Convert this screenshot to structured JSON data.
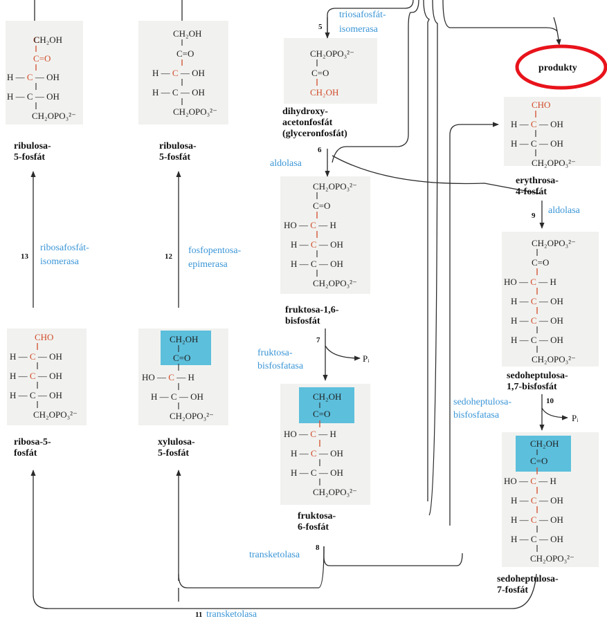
{
  "products_label": "produkty",
  "molecules": {
    "ribulose_a": {
      "name": [
        "ribulosa-",
        "5-fosfát"
      ]
    },
    "ribulose_b": {
      "name": [
        "ribulosa-",
        "5-fosfát"
      ]
    },
    "dhap": {
      "name": [
        "dihydroxy-",
        "acetonfosfát",
        "(glyceronfosfát)"
      ]
    },
    "erythrose": {
      "name": [
        "erythrosa-",
        "4-fosfát"
      ]
    },
    "fbp": {
      "name": [
        "fruktosa-1,6-",
        "bisfosfát"
      ]
    },
    "ribose": {
      "name": [
        "ribosa-5-",
        "fosfát"
      ]
    },
    "xylulose": {
      "name": [
        "xylulosa-",
        "5-fosfát"
      ]
    },
    "f6p": {
      "name": [
        "fruktosa-",
        "6-fosfát"
      ]
    },
    "sbp": {
      "name": [
        "sedoheptulosa-",
        "1,7-bisfosfát"
      ]
    },
    "s7p": {
      "name": [
        "sedoheptulosa-",
        "7-fosfát"
      ]
    }
  },
  "chem": {
    "ch2oh": "CH₂OH",
    "co": "C=O",
    "h": "H",
    "c": "C",
    "oh": "OH",
    "ho": "HO",
    "cho": "CHO",
    "ch2opo3": "CH₂OPO₃²⁻"
  },
  "enzymes": {
    "e5": [
      "triosafosfát-",
      "isomerasa"
    ],
    "e6": [
      "aldolasa"
    ],
    "e7": [
      "fruktosa-",
      "bisfosfatasa"
    ],
    "e8": [
      "transketolasa"
    ],
    "e9": [
      "aldolasa"
    ],
    "e10": [
      "sedoheptulosa-",
      "bisfosfatasa"
    ],
    "e11": [
      "transketolasa"
    ],
    "e12": [
      "fosfopentosa-",
      "epimerasa"
    ],
    "e13": [
      "ribosafosfát-",
      "isomerasa"
    ]
  },
  "steps": {
    "s5": "5",
    "s6": "6",
    "s7": "7",
    "s8": "8",
    "s9": "9",
    "s10": "10",
    "s11": "11",
    "s12": "12",
    "s13": "13"
  },
  "pi": "Pᵢ",
  "colors": {
    "enzyme_text": "#3a95d6",
    "carbon_highlight": "#d14a2a",
    "carbonyl_box": "#5cbfdc",
    "products_circle": "#e8131b",
    "panel_background": "#f1f2ef"
  }
}
